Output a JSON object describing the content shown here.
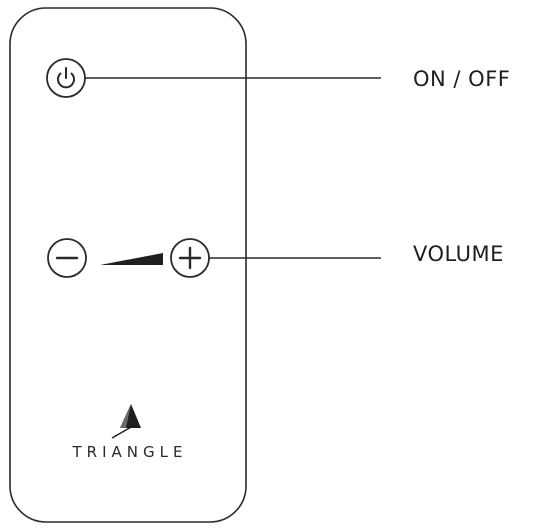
{
  "labels": {
    "power": "ON / OFF",
    "volume": "VOLUME"
  },
  "brand": {
    "name": "TRIANGLE"
  },
  "icons": {
    "power": "power-icon",
    "volume_down": "minus-icon",
    "volume_up": "plus-icon",
    "volume_ramp": "volume-ramp-icon",
    "logo": "triangle-logo-icon"
  },
  "colors": {
    "stroke": "#2a2a2a",
    "background": "#ffffff"
  }
}
